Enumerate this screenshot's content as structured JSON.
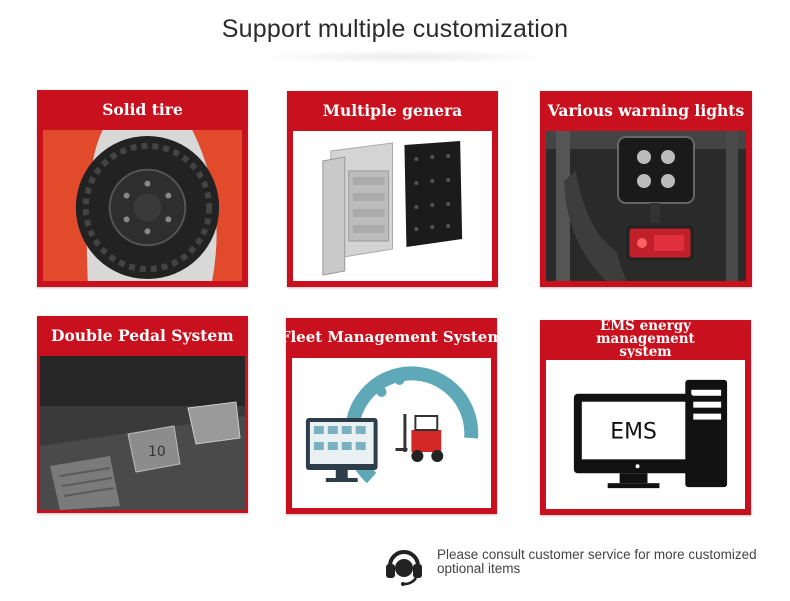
{
  "header": {
    "title": "Support multiple customization"
  },
  "cards": [
    {
      "label": "Solid tire"
    },
    {
      "label": "Multiple genera"
    },
    {
      "label": "Various warning lights"
    },
    {
      "label": "Double Pedal System"
    },
    {
      "label": "Fleet Management System"
    },
    {
      "label": "EMS energy management system",
      "image_text": "EMS"
    }
  ],
  "footer": {
    "text": "Please consult customer service for more customized optional items",
    "icon": "headset-icon"
  },
  "colors": {
    "accent": "#c8101e",
    "text": "#2b2b2b"
  }
}
